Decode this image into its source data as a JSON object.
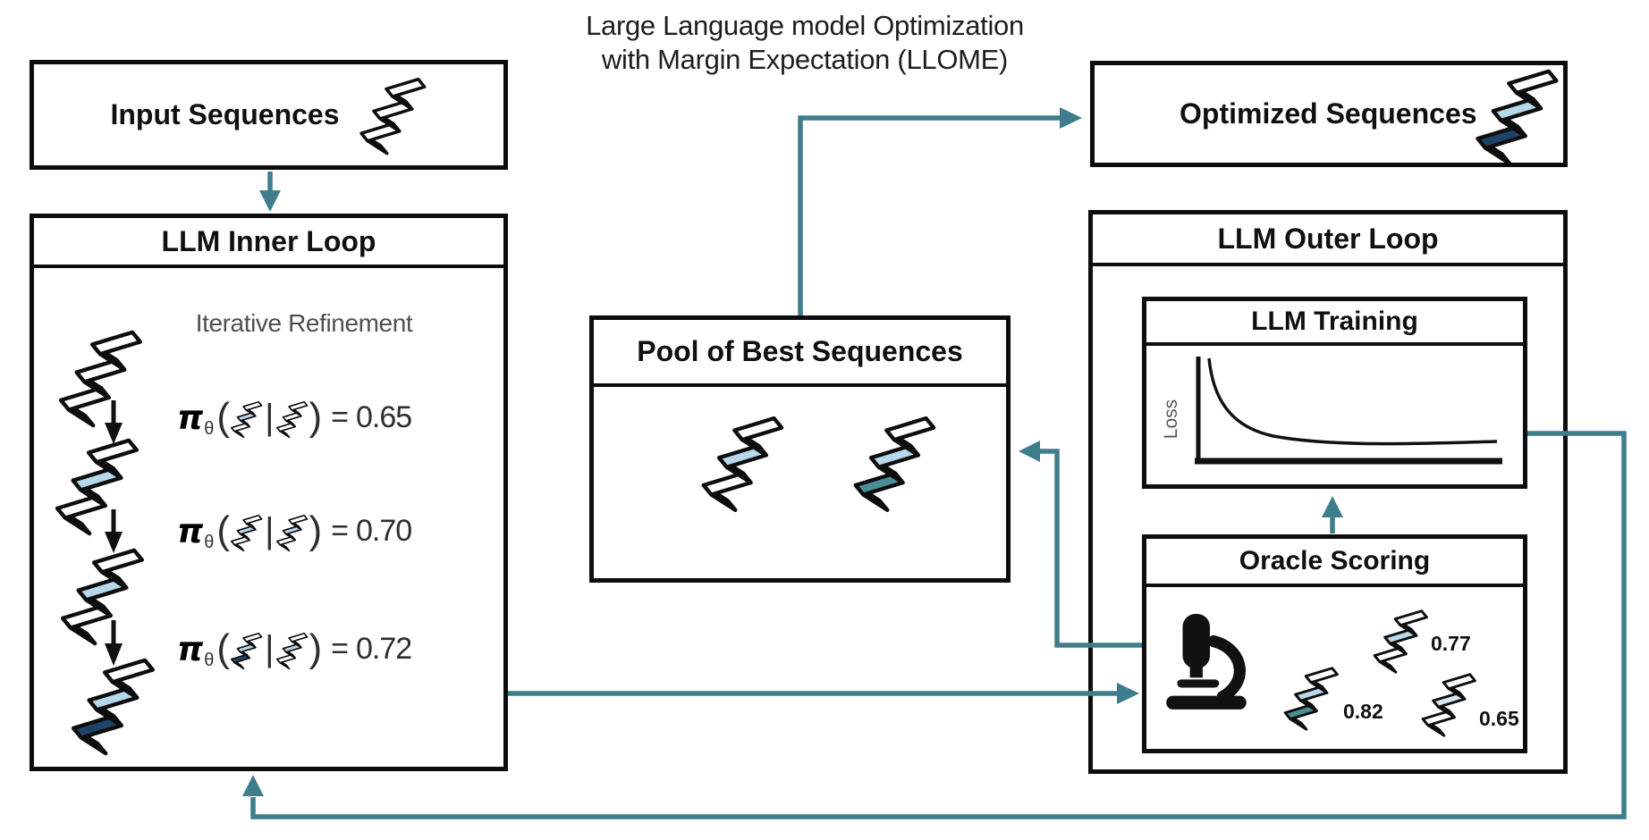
{
  "title": {
    "line1": "Large Language model Optimization",
    "line2": "with Margin Expectation (LLOME)"
  },
  "colors": {
    "arrow_teal": "#3e7d8b",
    "outline": "#0d0d0d",
    "dna_pale_blue": "#d7e8f4",
    "dna_light_blue": "#b7d7ea",
    "dna_teal": "#4a8e96",
    "dna_navy": "#1e4269"
  },
  "input_box": {
    "label": "Input Sequences"
  },
  "inner_loop": {
    "label": "LLM Inner Loop",
    "subtitle": "Iterative Refinement",
    "eq_pi": "π",
    "eq_theta": "θ",
    "eq_open": "(",
    "eq_bar": "|",
    "eq_close": ")",
    "eq_equals": "=",
    "equations": [
      {
        "value": "0.65"
      },
      {
        "value": "0.70"
      },
      {
        "value": "0.72"
      }
    ]
  },
  "pool_box": {
    "label": "Pool of Best Sequences"
  },
  "optimized_box": {
    "label": "Optimized Sequences"
  },
  "outer_loop": {
    "label": "LLM Outer Loop"
  },
  "training_box": {
    "label": "LLM Training",
    "plot_ylabel": "Loss"
  },
  "oracle_box": {
    "label": "Oracle Scoring",
    "scores": [
      {
        "value": "0.77"
      },
      {
        "value": "0.82"
      },
      {
        "value": "0.65"
      }
    ]
  }
}
